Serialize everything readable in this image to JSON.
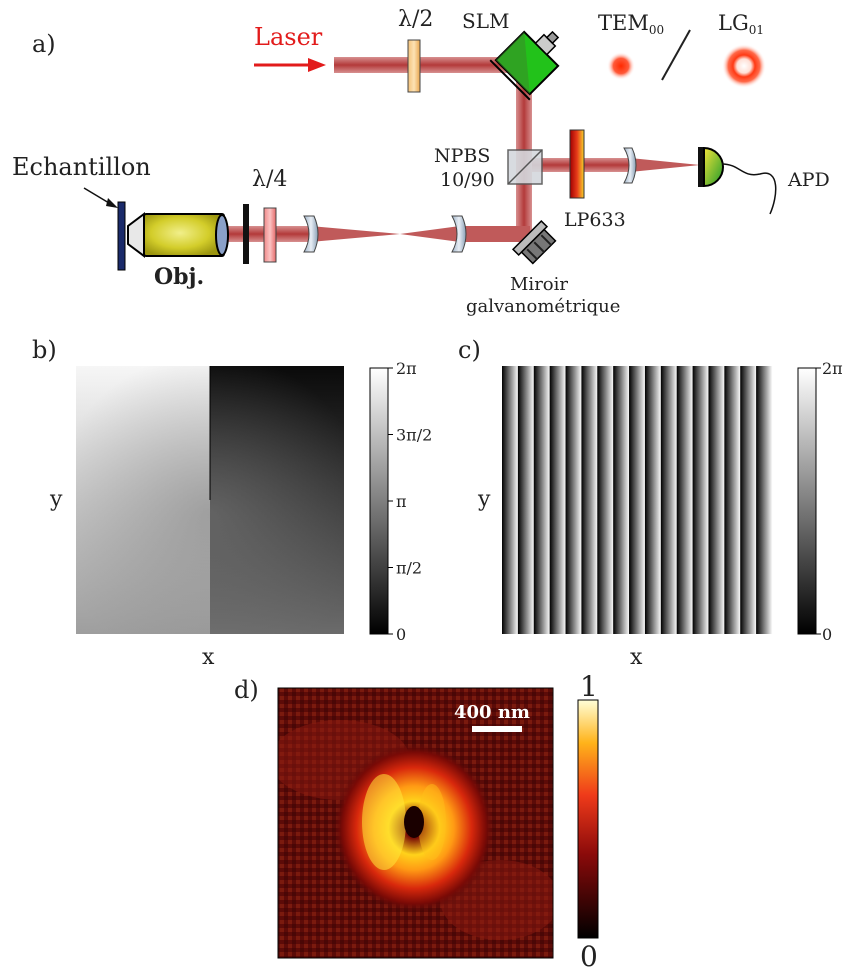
{
  "panels": {
    "a": "a)",
    "b": "b)",
    "c": "c)",
    "d": "d)"
  },
  "setup": {
    "laser": "Laser",
    "half_wave": "λ/2",
    "slm": "SLM",
    "tem_mode": "TEM",
    "tem_sub": "00",
    "lg_mode": "LG",
    "lg_sub": "01",
    "npbs": "NPBS",
    "npbs_ratio": "10/90",
    "lp": "LP633",
    "apd": "APD",
    "sample": "Echantillon",
    "quarter_wave": "λ/4",
    "objective": "Obj.",
    "mirror_line1": "Miroir",
    "mirror_line2": "galvanométrique"
  },
  "panel_b": {
    "xlabel": "x",
    "ylabel": "y",
    "colorbar_ticks": [
      "2π",
      "3π/2",
      "π",
      "π/2",
      "0"
    ]
  },
  "panel_c": {
    "xlabel": "x",
    "ylabel": "y",
    "colorbar_ticks": [
      "2π",
      "0"
    ],
    "grating_periods": 17
  },
  "panel_d": {
    "scalebar": "400 nm",
    "colorbar_max": "1",
    "colorbar_min": "0"
  },
  "colors": {
    "laser_text": "#e21b1b",
    "beam": "#c85a5a",
    "slm_green": "#22c21a",
    "objective_yellow": "#c9c31c"
  }
}
